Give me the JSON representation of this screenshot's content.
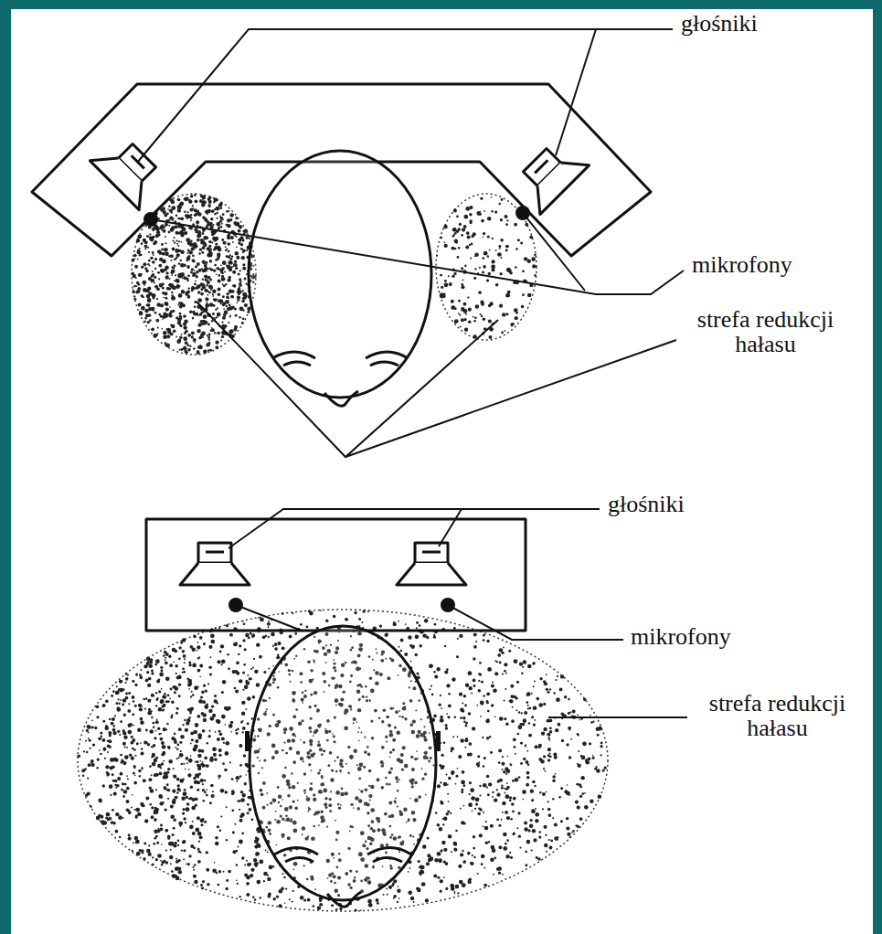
{
  "diagram": {
    "labels": [
      "głośniki",
      "mikrofony",
      "strefa redukcji hałasu",
      "głośniki",
      "mikrofony",
      "strefa redukcji hałasu"
    ]
  }
}
